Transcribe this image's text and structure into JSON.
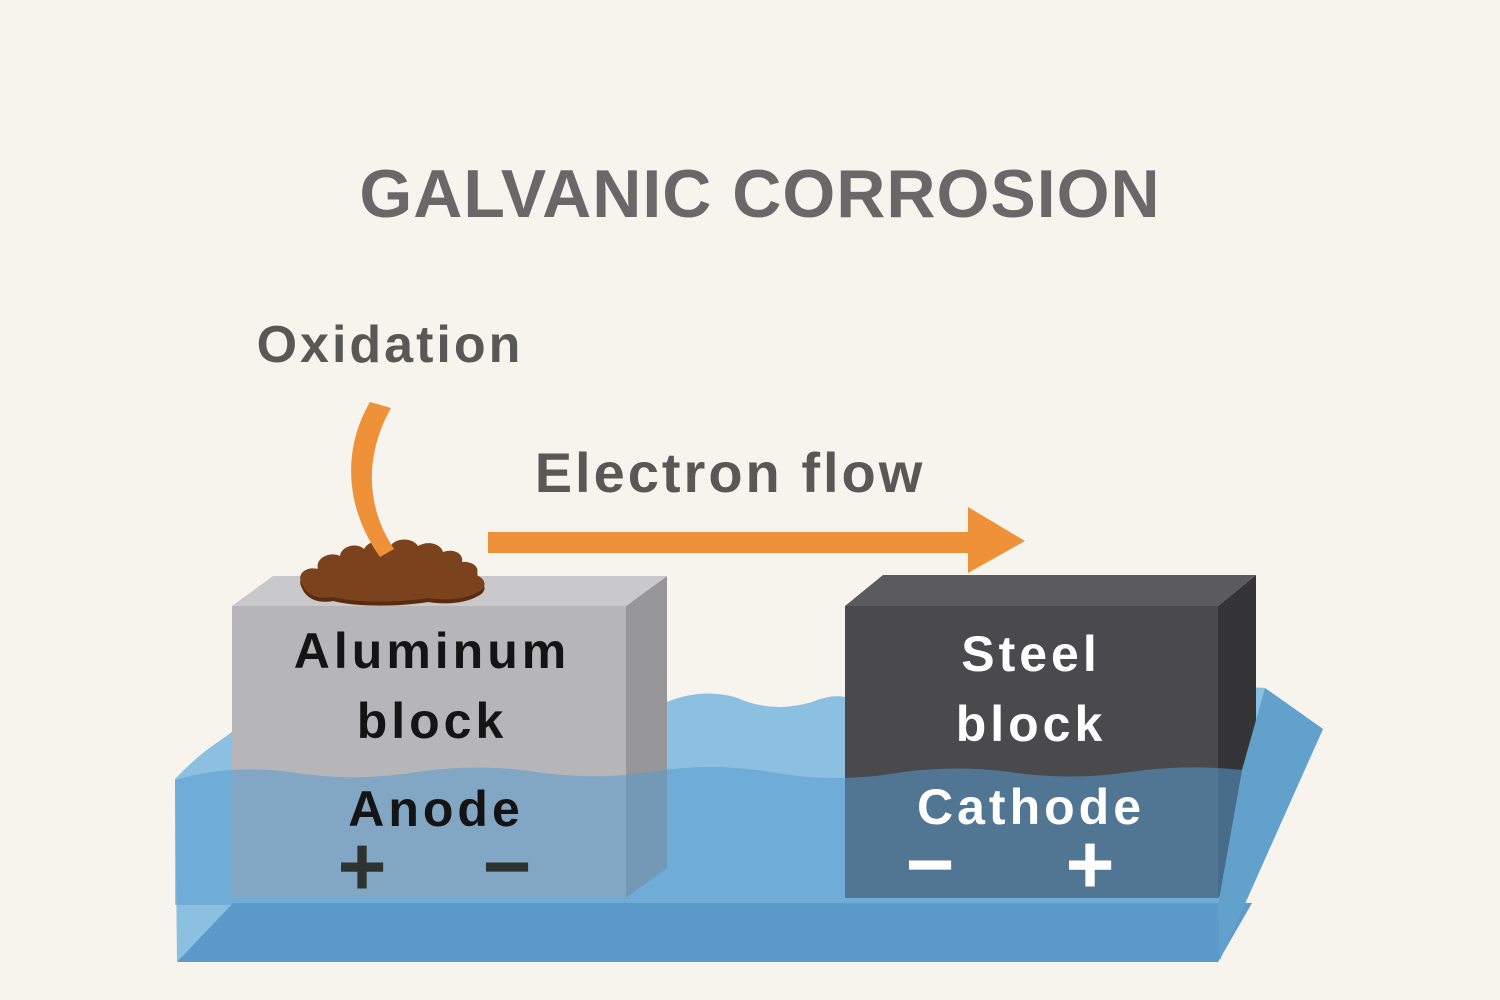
{
  "title": "GALVANIC CORROSION",
  "annotations": {
    "oxidation_label": "Oxidation",
    "electron_flow_label": "Electron flow"
  },
  "anode": {
    "material_line1": "Aluminum",
    "material_line2": "block",
    "electrode_label": "Anode",
    "sign_left": "+",
    "sign_right": "−"
  },
  "cathode": {
    "material_line1": "Steel",
    "material_line2": "block",
    "electrode_label": "Cathode",
    "sign_left": "−",
    "sign_right": "+"
  },
  "colors": {
    "background": "#f7f4ee",
    "title_text": "#6b6667",
    "annotation_text": "#5a5757",
    "arrow_orange": "#ee9138",
    "aluminum_front": "#b6b6b8",
    "aluminum_top": "#c9c8ca",
    "aluminum_side": "#97979a",
    "steel_front": "#4a4a4c",
    "steel_top": "#5b5b5d",
    "steel_side": "#353537",
    "water_surface": "#8cc0e1",
    "water_overlay": "rgba(88,154,208,0.55)",
    "water_floor": "#5c9bc9",
    "water_facet": "#63a1cd",
    "rust_fill": "#7b431d",
    "rust_outline": "#5a2c0f",
    "block_text_dark": "#141414",
    "sign_dark": "#2e332f",
    "block_text_light": "#ffffff"
  }
}
